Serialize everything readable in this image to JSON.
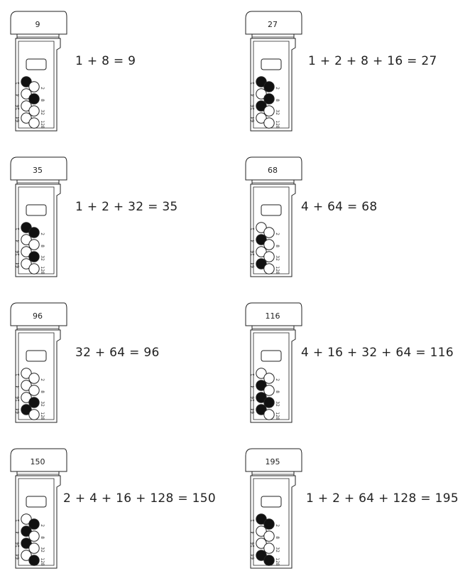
{
  "examples": [
    {
      "number": "9",
      "equation": "1 + 8 = 9",
      "bits": [
        1,
        0,
        0,
        1,
        0,
        0,
        0,
        0
      ]
    },
    {
      "number": "27",
      "equation": "1 + 2 + 8 + 16 = 27",
      "bits": [
        1,
        1,
        0,
        1,
        1,
        0,
        0,
        0
      ]
    },
    {
      "number": "35",
      "equation": "1 + 2 + 32 = 35",
      "bits": [
        1,
        1,
        0,
        0,
        0,
        1,
        0,
        0
      ]
    },
    {
      "number": "68",
      "equation": "4 + 64 = 68",
      "bits": [
        0,
        0,
        1,
        0,
        0,
        0,
        1,
        0
      ]
    },
    {
      "number": "96",
      "equation": "32 + 64 = 96",
      "bits": [
        0,
        0,
        0,
        0,
        0,
        1,
        1,
        0
      ]
    },
    {
      "number": "116",
      "equation": "4 + 16 + 32 + 64 = 116",
      "bits": [
        0,
        0,
        1,
        0,
        1,
        1,
        1,
        0
      ]
    },
    {
      "number": "150",
      "equation": "2 + 4 + 16 + 128 = 150",
      "bits": [
        0,
        1,
        1,
        0,
        1,
        0,
        0,
        1
      ]
    },
    {
      "number": "195",
      "equation": "1 + 2 + 64 + 128 = 195",
      "bits": [
        1,
        1,
        0,
        0,
        0,
        0,
        1,
        1
      ]
    }
  ],
  "bit_labels": [
    "1",
    "2",
    "4",
    "8",
    "16",
    "32",
    "64",
    "128"
  ],
  "colors": {
    "filled": "#111111",
    "empty": "#ffffff",
    "stroke": "#222222"
  }
}
